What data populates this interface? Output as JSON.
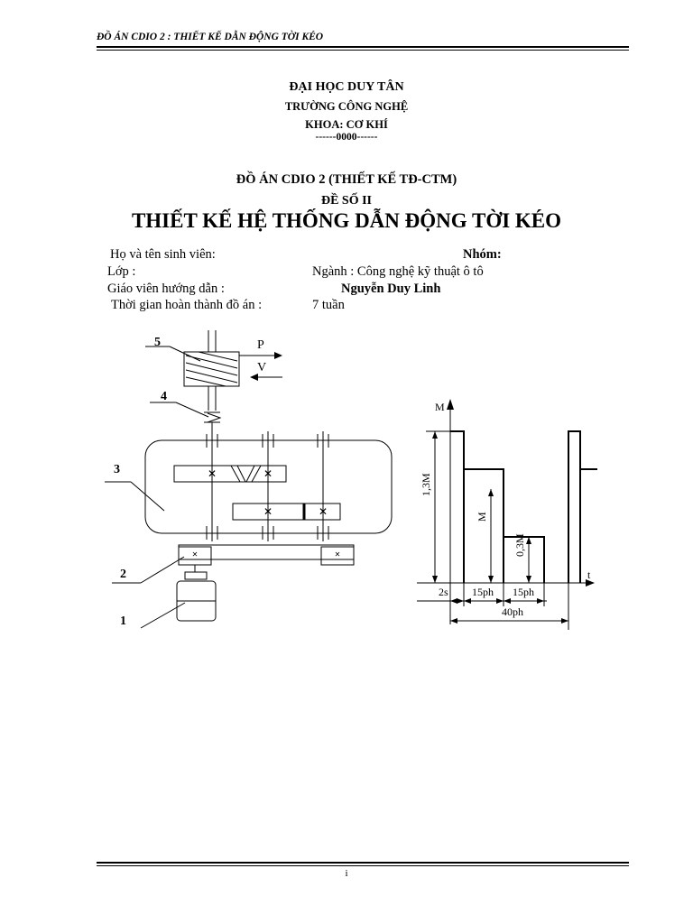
{
  "header": {
    "running_title": "ĐỒ ÁN CDIO 2 : THIẾT KẾ DẪN ĐỘNG TỜI KÉO"
  },
  "institution": {
    "university": "ĐẠI HỌC DUY TÂN",
    "school": "TRƯỜNG CÔNG NGHỆ",
    "faculty": "KHOA: CƠ KHÍ",
    "separator": "------0000------"
  },
  "project": {
    "course": "ĐỒ ÁN CDIO 2 (THIẾT KẾ TĐ-CTM)",
    "topic_number": "ĐỀ SỐ II",
    "title": "THIẾT KẾ HỆ THỐNG DẪN ĐỘNG TỜI KÉO"
  },
  "info": {
    "student_label": "Họ và tên sinh viên:",
    "group_label": "Nhóm:",
    "class_label": "Lớp :",
    "major": "Ngành : Công nghệ kỹ thuật ô tô",
    "advisor_label": "Giáo viên hướng dẫn :",
    "advisor_name": "Nguyễn Duy Linh",
    "duration_label": "Thời gian hoàn thành đồ án :",
    "duration_value": "7 tuần"
  },
  "diagram": {
    "part_labels": [
      "1",
      "2",
      "3",
      "4",
      "5"
    ],
    "force_label": "P",
    "velocity_label": "V"
  },
  "load_chart": {
    "y_axis_label": "M",
    "x_axis_label": "t",
    "level_labels": [
      "1,3M",
      "M",
      "0,3M"
    ],
    "interval_labels": [
      "2s",
      "15ph",
      "15ph"
    ],
    "cycle_label": "40ph"
  },
  "footer": {
    "page_number": "i"
  }
}
